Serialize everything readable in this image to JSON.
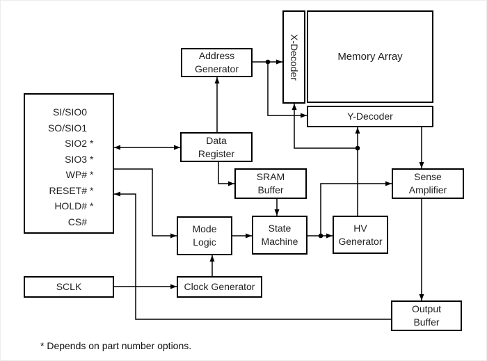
{
  "colors": {
    "background": "#ffffff",
    "line": "#000000",
    "text": "#1f1f1f"
  },
  "blocks": {
    "io_block": {
      "signals": [
        "SI/SIO0",
        "SO/SIO1",
        "SIO2 *",
        "SIO3 *",
        "WP# *",
        "RESET# *",
        "HOLD# *",
        "CS#"
      ]
    },
    "sclk": {
      "label": "SCLK"
    },
    "address_generator": {
      "label": "Address\nGenerator"
    },
    "x_decoder": {
      "label": "X-Decoder"
    },
    "memory_array": {
      "label": "Memory Array"
    },
    "y_decoder": {
      "label": "Y-Decoder"
    },
    "data_register": {
      "label": "Data\nRegister"
    },
    "sram_buffer": {
      "label": "SRAM\nBuffer"
    },
    "mode_logic": {
      "label": "Mode\nLogic"
    },
    "state_machine": {
      "label": "State\nMachine"
    },
    "clock_generator": {
      "label": "Clock Generator"
    },
    "hv_generator": {
      "label": "HV\nGenerator"
    },
    "sense_amplifier": {
      "label": "Sense\nAmplifier"
    },
    "output_buffer": {
      "label": "Output\nBuffer"
    }
  },
  "footnote": "* Depends on part number options."
}
